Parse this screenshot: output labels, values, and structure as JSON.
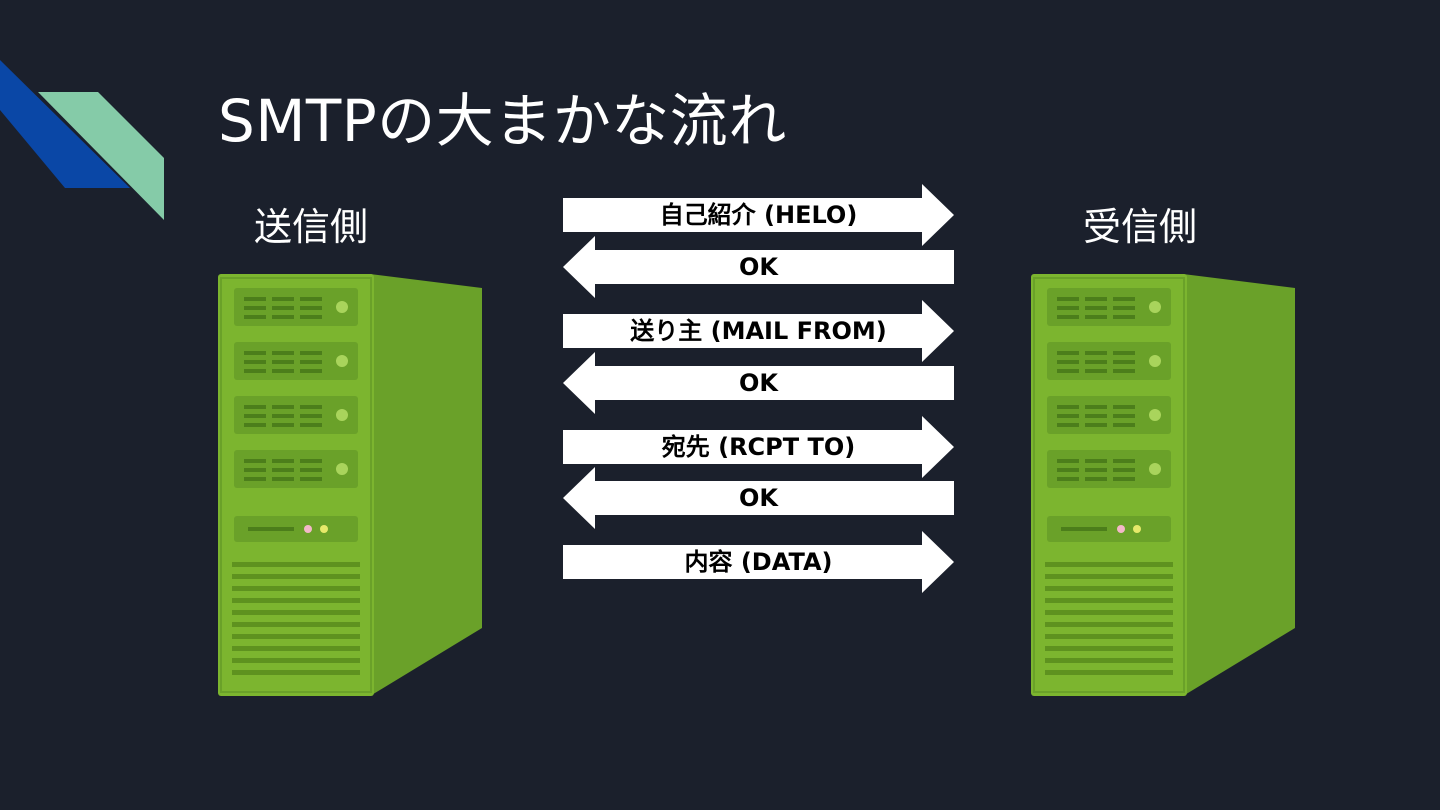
{
  "title": "SMTPの大まかな流れ",
  "sender_label": "送信側",
  "receiver_label": "受信側",
  "colors": {
    "background": "#1b202c",
    "text": "#ffffff",
    "arrow": "#ffffff",
    "arrow_text": "#000000",
    "deco_blue": "#0a47a6",
    "deco_teal": "#85cba8",
    "server_green": "#7cb52f"
  },
  "server_icon": "server-tower-icon",
  "messages": [
    {
      "label": "自己紹介 (HELO)",
      "direction": "right"
    },
    {
      "label": "OK",
      "direction": "left"
    },
    {
      "label": "送り主 (MAIL FROM)",
      "direction": "right"
    },
    {
      "label": "OK",
      "direction": "left"
    },
    {
      "label": "宛先 (RCPT TO)",
      "direction": "right"
    },
    {
      "label": "OK",
      "direction": "left"
    },
    {
      "label": "内容 (DATA)",
      "direction": "right"
    }
  ]
}
